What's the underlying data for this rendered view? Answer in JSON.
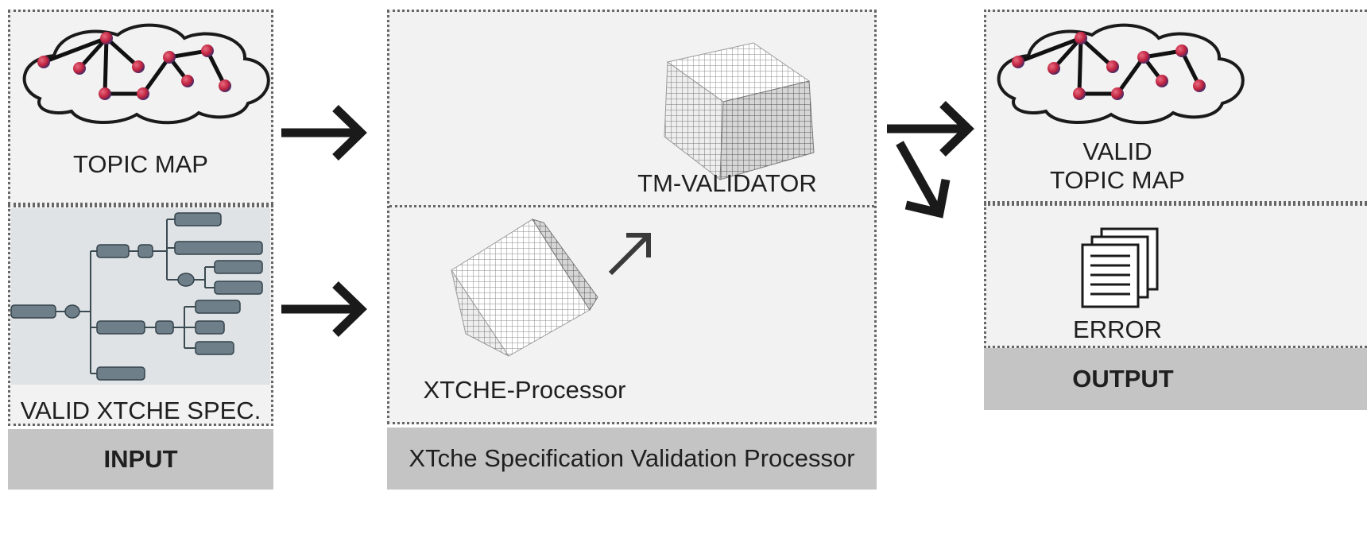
{
  "input": {
    "topic_map_label": "TOPIC MAP",
    "spec_label": "VALID XTCHE SPEC.",
    "footer_label": "INPUT"
  },
  "processor": {
    "validator_label": "TM-VALIDATOR",
    "xtche_label": "XTCHE-Processor",
    "footer_label": "XTche Specification Validation Processor"
  },
  "output": {
    "valid_line1": "VALID",
    "valid_line2": "TOPIC MAP",
    "error_label": "ERROR",
    "footer_label": "OUTPUT"
  },
  "colors": {
    "panel_bg": "#f2f2f2",
    "footer_bg": "#c4c4c4",
    "node": "#c0233f",
    "tree_bg": "#dfe3e6",
    "tree_box": "#6f7f8a"
  },
  "icons": [
    "topic-map-cloud-icon",
    "xml-tree-icon",
    "cube-icon",
    "document-stack-icon",
    "arrow-icon"
  ]
}
